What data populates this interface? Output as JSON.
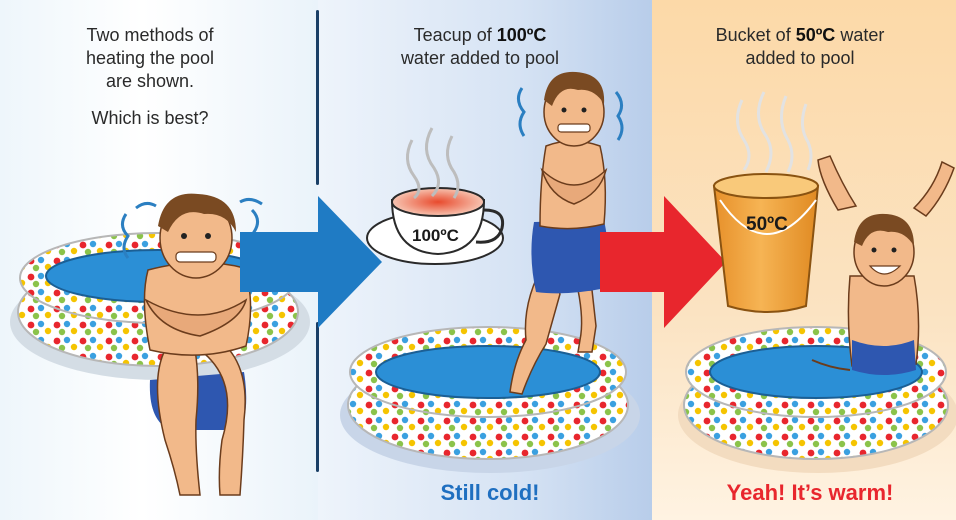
{
  "panel1": {
    "line1": "Two methods of",
    "line2": "heating the pool",
    "line3": "are shown.",
    "question": "Which is best?"
  },
  "panel2": {
    "title_prefix": "Teacup of ",
    "title_temp": "100ºC",
    "title_suffix": "water added to pool",
    "cup_label": "100ºC",
    "caption": "Still cold!"
  },
  "panel3": {
    "title_prefix": "Bucket of ",
    "title_temp": "50ºC",
    "title_mid": " water",
    "title_suffix": "added to pool",
    "bucket_label": "50ºC",
    "caption": "Yeah! It’s warm!"
  },
  "colors": {
    "blue_arrow": "#1f7bc4",
    "red_arrow": "#e8262d",
    "caption_blue": "#1f6fc0",
    "caption_red": "#e8262d",
    "pool_water": "#2b8fd6",
    "bucket": "#f2a23b"
  }
}
